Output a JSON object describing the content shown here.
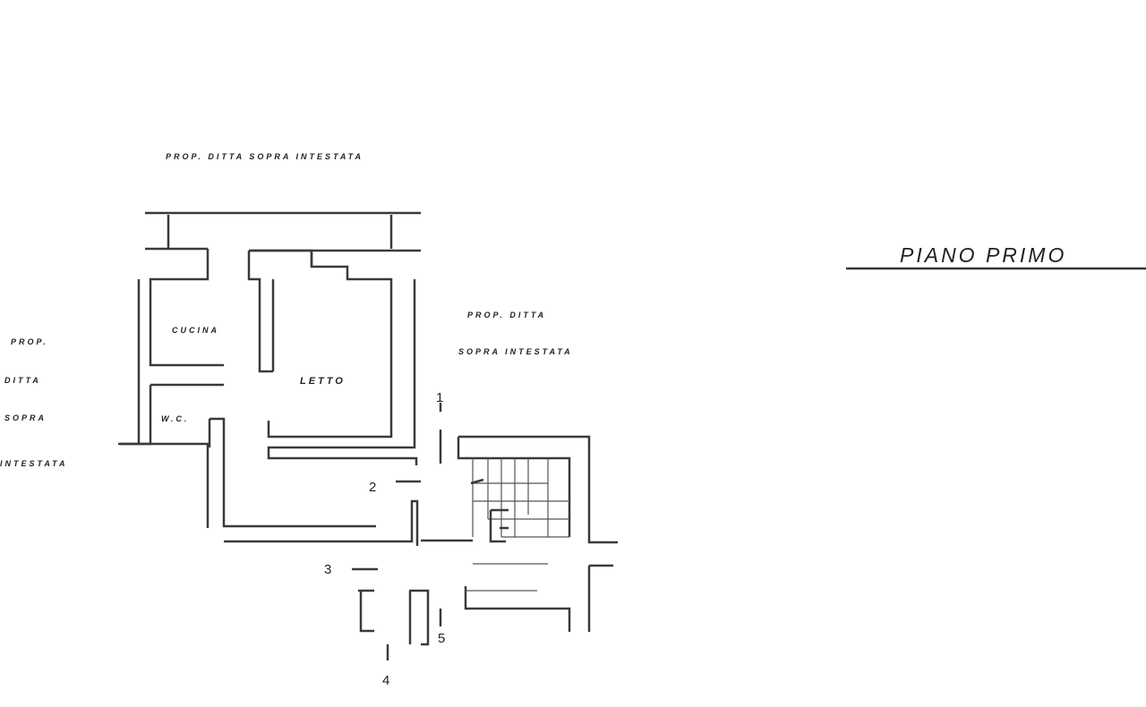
{
  "title": "PIANO PRIMO",
  "labels": {
    "top": "PROP. DITTA SOPRA INTESTATA",
    "left": [
      "PROP.",
      "DITTA",
      "SOPRA",
      "INTESTATA"
    ],
    "right": [
      "PROP. DITTA",
      "SOPRA INTESTATA"
    ]
  },
  "rooms": {
    "kitchen": "CUCINA",
    "bedroom": "LETTO",
    "wc": "W.C."
  },
  "markers": [
    "1",
    "2",
    "3",
    "4",
    "5"
  ],
  "colors": {
    "ink": "#3a3a3a",
    "paper": "#ffffff"
  }
}
